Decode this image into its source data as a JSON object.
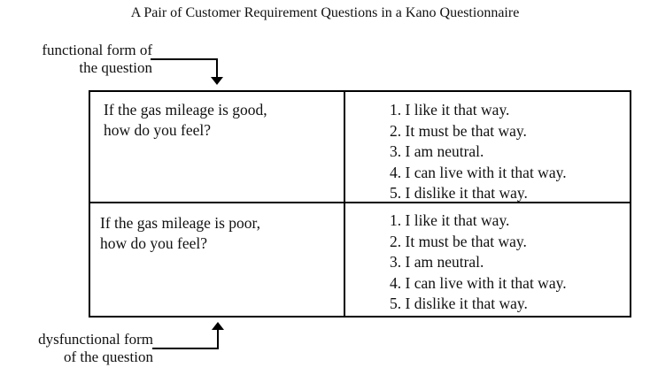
{
  "title": "A Pair of Customer Requirement Questions in a Kano Questionnaire",
  "functional_label": [
    "functional form of",
    "the question"
  ],
  "dysfunctional_label": [
    "dysfunctional form",
    "of the question"
  ],
  "rows": [
    {
      "question": [
        "If the gas mileage is good,",
        "how do you feel?"
      ],
      "options": [
        "1.  I like it that way.",
        "2.  It must be that way.",
        "3.  I am neutral.",
        "4.  I can live with it that way.",
        "5.  I dislike it that way."
      ]
    },
    {
      "question": [
        "If the gas mileage is poor,",
        "how do you feel?"
      ],
      "options": [
        "1.  I like it that way.",
        "2.  It must be that way.",
        "3.  I am neutral.",
        "4.  I can live with it that way.",
        "5.  I dislike it that way."
      ]
    }
  ]
}
